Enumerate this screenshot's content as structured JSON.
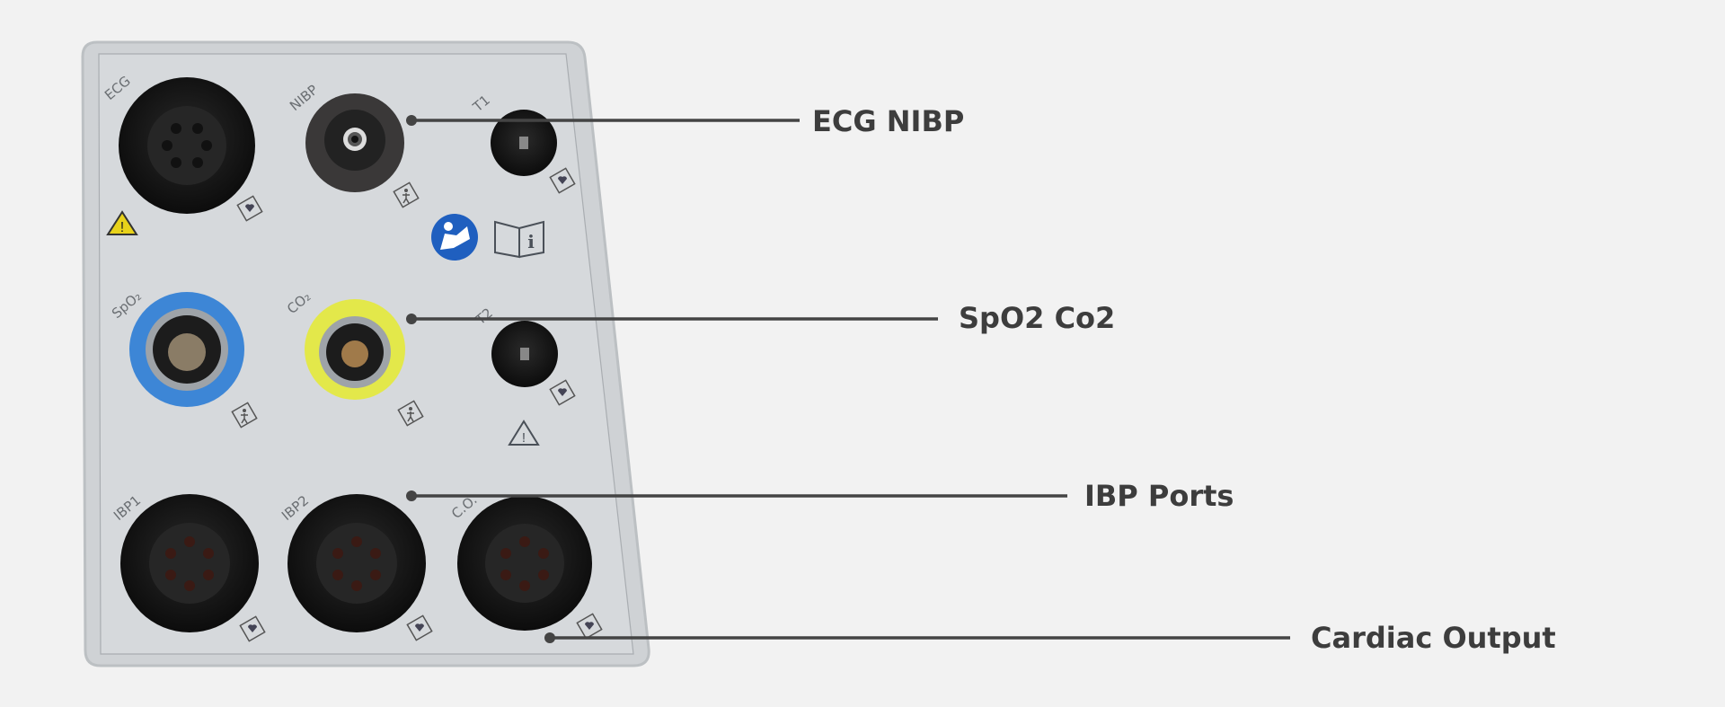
{
  "panel": {
    "port_labels": {
      "ecg": "ECG",
      "nibp": "NIBP",
      "t1": "T1",
      "spo2": "SpO₂",
      "co2": "CO₂",
      "t2": "T2",
      "ibp1": "IBP1",
      "ibp2": "IBP2",
      "co": "C.O."
    },
    "colors": {
      "panel": "#d3d6d9",
      "spo2_ring": "#3d86d6",
      "co2_ring": "#e3e84a",
      "manual_icon": "#1f5fbf",
      "warning": "#e8d21a"
    }
  },
  "callouts": [
    {
      "label": "ECG NIBP"
    },
    {
      "label": "SpO2 Co2"
    },
    {
      "label": "IBP Ports"
    },
    {
      "label": "Cardiac Output"
    }
  ]
}
